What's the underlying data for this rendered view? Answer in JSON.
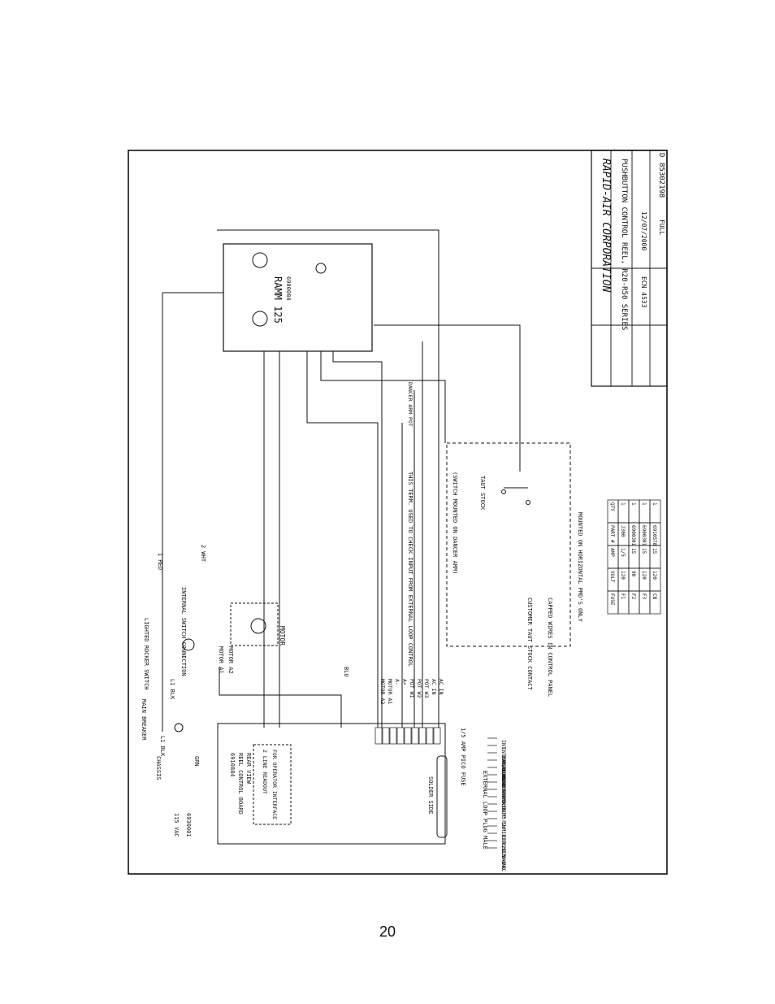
{
  "page": {
    "number": "20"
  },
  "title_block": {
    "company": "RAPID-AIR CORPORATION",
    "title": "PUSHBUTTON CONTROL REEL, R20-R50 SERIES",
    "drawing_number": "85302198",
    "revision": "D",
    "date": "12/07/2000",
    "scale": "FULL",
    "ecn": "ECN 4533"
  },
  "drive": {
    "name": "RAMM 125",
    "part": "6900084"
  },
  "control_board": {
    "part": "6910884",
    "name": "REEL CONTROL BOARD",
    "view": "REAR VIEW",
    "readout_line1": "2 LINE READOUT",
    "readout_line2": "FOR OPERATOR INTERFACE",
    "solder_side": "SOLDER SIDE"
  },
  "notes": {
    "switch_mounted": "(SWITCH MOUNTED ON DANCER ARM)",
    "taut_stock": "TAUT STOCK",
    "customer_contact": "CUSTOMER TAUT STOCK CONTACT",
    "capped_wires": "CAPPED WIRES IN CONTROL PANEL",
    "horizontal_pmd": "MOUNTED ON HORIZONTAL PMD'S ONLY",
    "term_used": "THIS TERM. USED TO CHECK INPUT FROM EXTERNAL LOOP CONTROL"
  },
  "components": {
    "motor": "MOTOR",
    "main_breaker": "MAIN BREAKER",
    "lighted_rocker": "LIGHTED ROCKER SWITCH",
    "internal_switch": "INTERNAL SWITCH CONNECTION",
    "chassis": "CHASSIS",
    "supply": "115 VAC",
    "supply_part": "6930001",
    "dancer_pot": "DANCER ARM POT",
    "pico_fuse": "1/5 AMP PICO FUSE",
    "external_plug": "EXTERNAL LOOP PLUG MALE"
  },
  "wires": {
    "red": "1 RED",
    "white": "2 WHT",
    "blue": "BLU",
    "motor_a1": "MOTOR A1",
    "motor_a2": "MOTOR A2",
    "l1_blk": "L1 BLK",
    "l1_blk_b": "L1 BLK",
    "grn": "GRN"
  },
  "connectors": {
    "board_terminals": [
      "AC IN",
      "AC IN",
      "POT W3",
      "POT W2",
      "POT W1",
      "A+",
      "A-",
      "MOTOR A1",
      "MOTOR A2"
    ],
    "plug_pins": [
      "120 VAC",
      "120 VAC",
      "CHASSIS GND",
      "P1",
      "P2",
      "P3",
      "INTP INHIBIT",
      "PAYOUT",
      "PAYOUT",
      "REWIND",
      "JOG FWD",
      "JOG REV",
      "REWIND",
      "LOGIC GND",
      "INTERNAL/EXT",
      "INT. PAY/REWIND"
    ]
  },
  "fuse_table": {
    "headers": [
      "FUSE",
      "VOLT",
      "AMP",
      "PART #",
      "QTY"
    ],
    "rows": [
      [
        "F1",
        "120",
        "1/5",
        "J300",
        "1"
      ],
      [
        "F2",
        "90",
        "15",
        "6900301",
        "1"
      ],
      [
        "F3",
        "120",
        "15",
        "6900301",
        "1"
      ],
      [
        "CB",
        "120",
        "15",
        "6910578",
        "1"
      ]
    ]
  }
}
